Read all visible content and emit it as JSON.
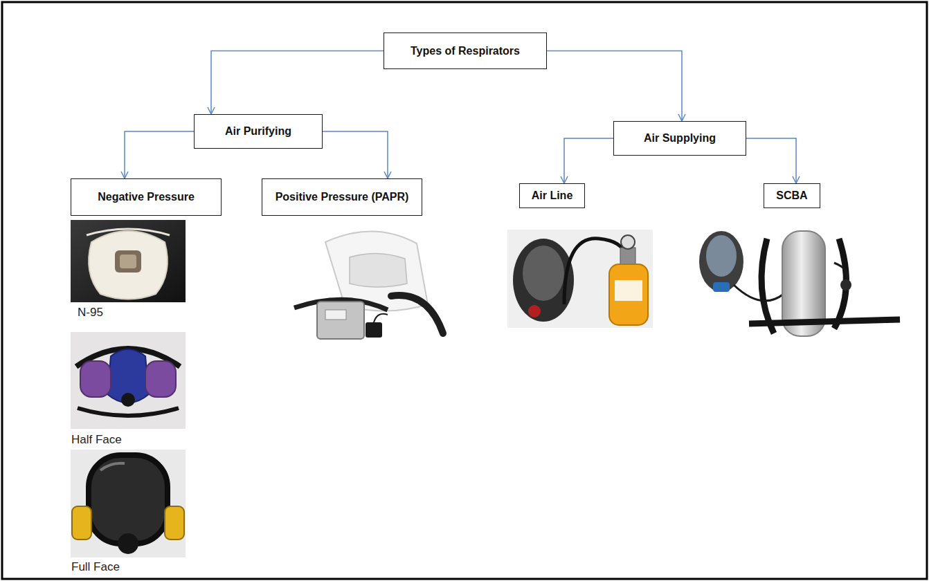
{
  "diagram": {
    "nodes": [
      {
        "text": [
          "Types of Respirators"
        ]
      },
      {
        "text": [
          "Air Purifying"
        ]
      },
      {
        "text": [
          "Air Supplying"
        ]
      },
      {
        "text": [
          "Negative Pressure"
        ]
      },
      {
        "text": [
          "Positive Pressure (PAPR)"
        ]
      },
      {
        "text": [
          "Air Line"
        ]
      },
      {
        "text": [
          "SCBA"
        ]
      }
    ],
    "edges": [
      {
        "from": 0,
        "to": 1,
        "arrow": "to"
      },
      {
        "from": 0,
        "to": 2,
        "arrow": "to"
      },
      {
        "from": 1,
        "to": 3,
        "arrow": "to"
      },
      {
        "from": 1,
        "to": 4,
        "arrow": "to"
      },
      {
        "from": 2,
        "to": 5,
        "arrow": "to"
      },
      {
        "from": 2,
        "to": 6,
        "arrow": "to"
      }
    ],
    "labels": [
      "N-95",
      "Half Face",
      "Full Face"
    ]
  }
}
